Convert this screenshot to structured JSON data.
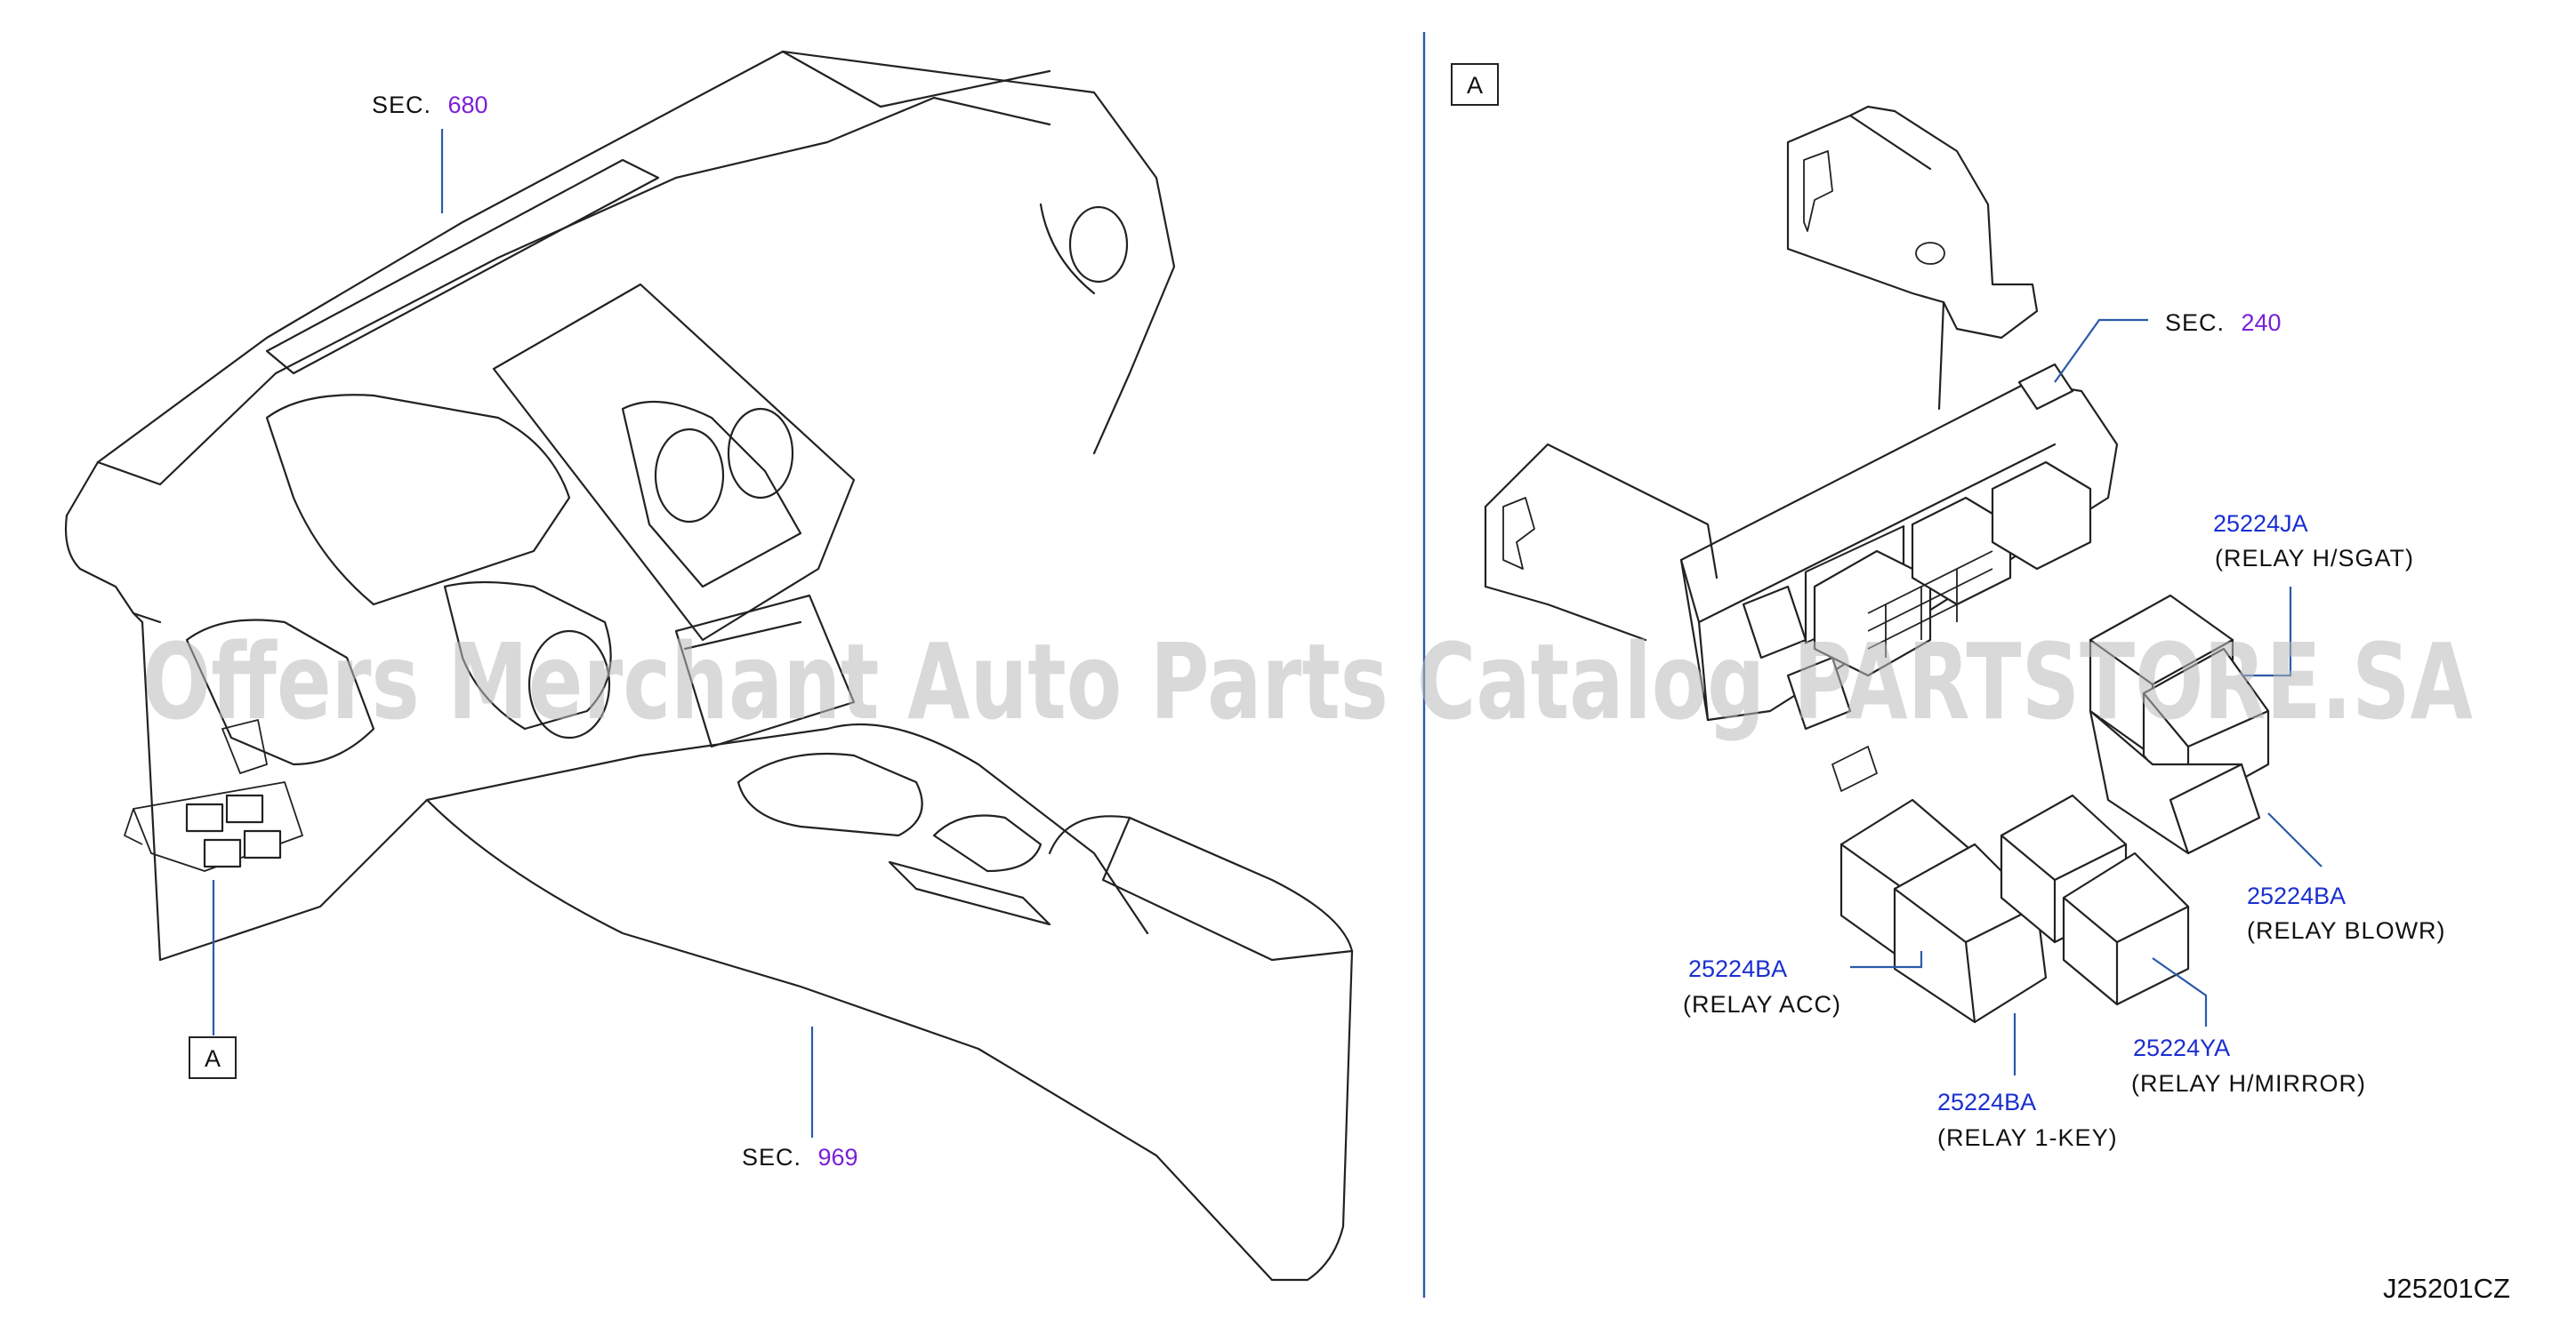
{
  "labels": {
    "sec_680": {
      "prefix": "SEC.",
      "number": "680"
    },
    "sec_969": {
      "prefix": "SEC.",
      "number": "969"
    },
    "sec_240": {
      "prefix": "SEC.",
      "number": "240"
    },
    "view_tag_left": "A",
    "view_tag_right": "A"
  },
  "parts": [
    {
      "part_number": "25224JA",
      "description": "(RELAY   H/SGAT)"
    },
    {
      "part_number": "25224BA",
      "description": "(RELAY   BLOWR)"
    },
    {
      "part_number": "25224BA",
      "description": "(RELAY   ACC)"
    },
    {
      "part_number": "25224YA",
      "description": "(RELAY   H/MIRROR)"
    },
    {
      "part_number": "25224BA",
      "description": "(RELAY   1-KEY)"
    }
  ],
  "watermark": "Offers Merchant Auto Parts Catalog PARTSTORE.SA",
  "drawing_code": "J25201CZ",
  "colors": {
    "part_number": "#1a2fd0",
    "section_number": "#7a1fd6",
    "leader": "#2a5aa8",
    "line_art": "#222222"
  }
}
